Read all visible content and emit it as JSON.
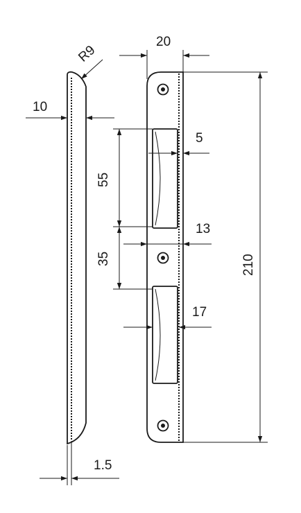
{
  "dimensions": {
    "radius": "R9",
    "edge_width": "10",
    "plate_width": "20",
    "total_length": "210",
    "recess_depth": "5",
    "recess_height": "55",
    "center_to_screw": "35",
    "screw_offset": "13",
    "lower_recess_depth": "17",
    "thickness": "1.5"
  },
  "colors": {
    "line": "#1a1a1a",
    "background": "#ffffff"
  }
}
